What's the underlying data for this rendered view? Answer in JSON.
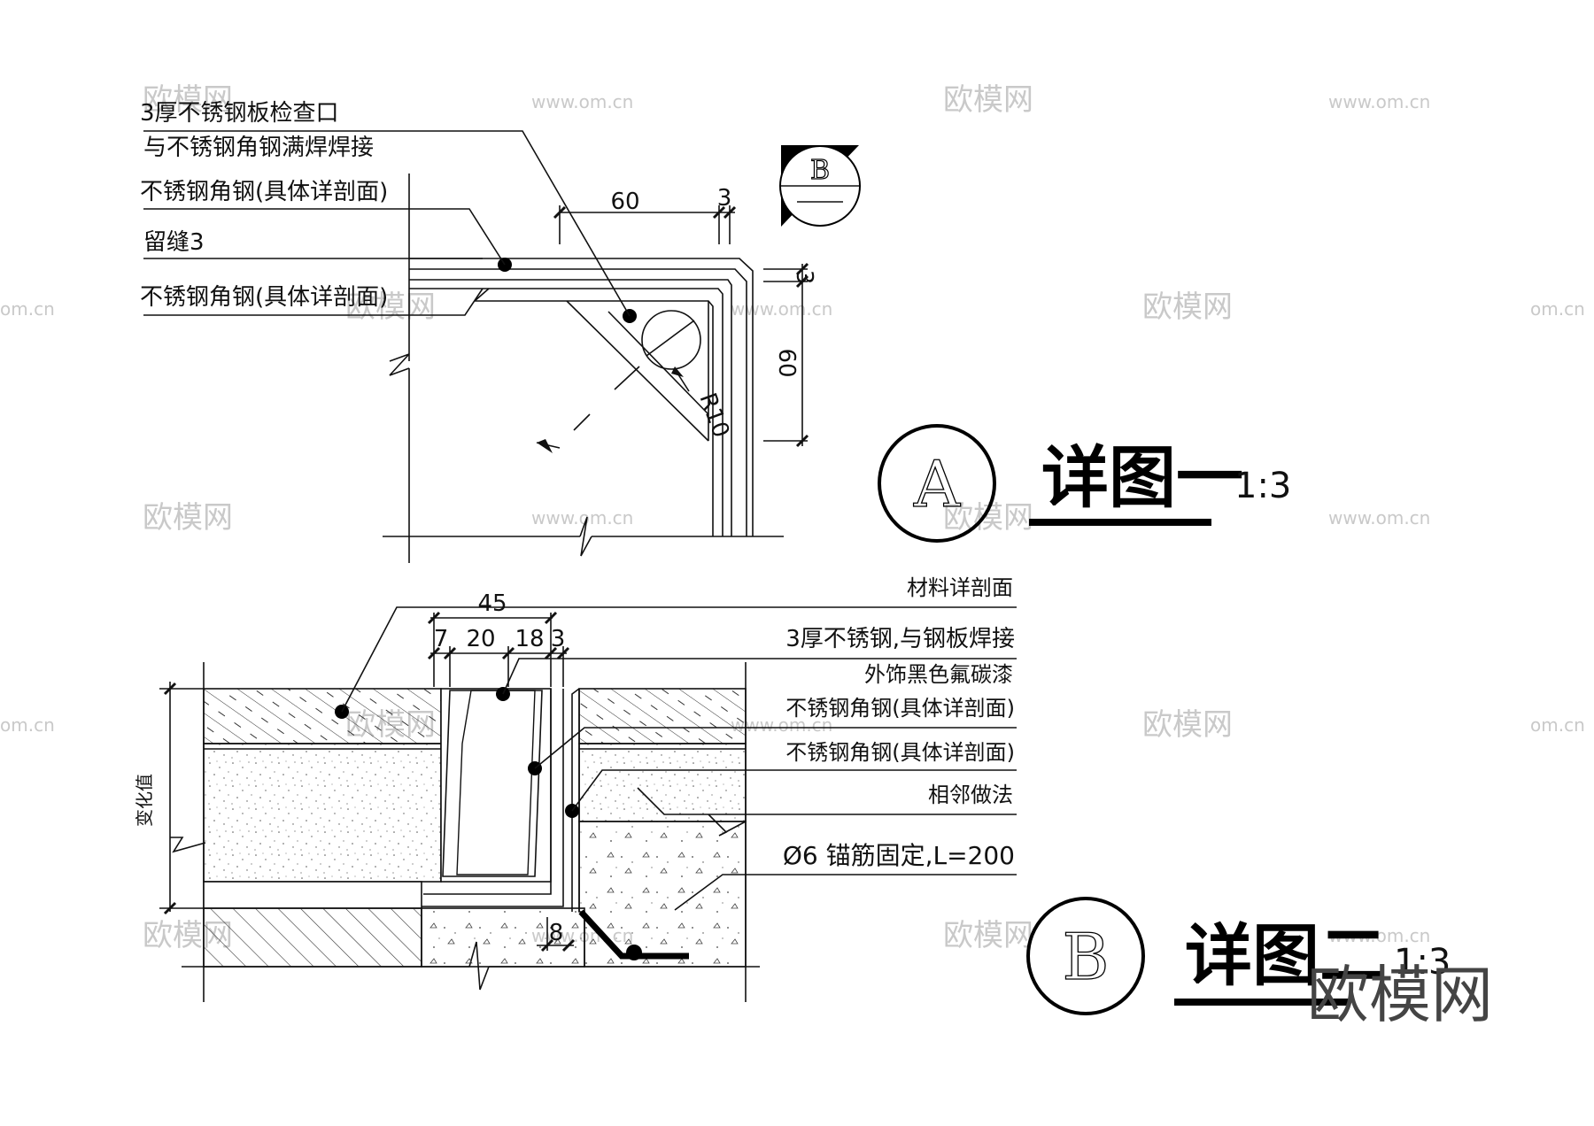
{
  "detail_a": {
    "callouts": [
      "3厚不锈钢板检查口",
      "与不锈钢角钢满焊焊接",
      "不锈钢角钢(具体详剖面)",
      "留缝3",
      "不锈钢角钢(具体详剖面)"
    ],
    "dims": {
      "width": "60",
      "gap": "3",
      "gap_v": "3",
      "height": "60",
      "radius": "R10"
    },
    "section_marker": "B",
    "circle_letter": "A",
    "title": "详图一",
    "scale": "1:3"
  },
  "detail_b": {
    "callouts": [
      "材料详剖面",
      "3厚不锈钢,与钢板焊接",
      "外饰黑色氟碳漆",
      "不锈钢角钢(具体详剖面)",
      "不锈钢角钢(具体详剖面)",
      "相邻做法",
      "Ø6 锚筋固定,L=200"
    ],
    "dims": {
      "total": "45",
      "d1": "7",
      "d2": "20",
      "d3": "18",
      "d4": "3",
      "anchor": "8",
      "vertical": "变化值"
    },
    "circle_letter": "B",
    "title": "详图二",
    "scale": "1:3"
  },
  "watermarks": {
    "logo_text": "欧模网",
    "url_text": "www.om.cn",
    "edge_text": "om.cn"
  },
  "colors": {
    "ink": "#111111",
    "watermark": "#c9c9c9",
    "background": "#ffffff"
  }
}
